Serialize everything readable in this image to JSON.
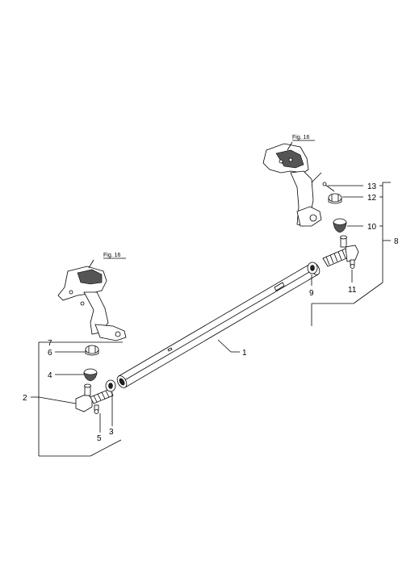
{
  "diagram": {
    "figure_refs": [
      {
        "id": "fig-ref-upper",
        "text": "Fig. 16"
      },
      {
        "id": "fig-ref-lower",
        "text": "Fig. 16"
      }
    ],
    "callouts": [
      {
        "id": "1",
        "text": "1"
      },
      {
        "id": "2",
        "text": "2"
      },
      {
        "id": "3",
        "text": "3"
      },
      {
        "id": "4",
        "text": "4"
      },
      {
        "id": "5",
        "text": "5"
      },
      {
        "id": "6",
        "text": "6"
      },
      {
        "id": "7",
        "text": "7"
      },
      {
        "id": "8",
        "text": "8"
      },
      {
        "id": "9",
        "text": "9"
      },
      {
        "id": "10",
        "text": "10"
      },
      {
        "id": "11",
        "text": "11"
      },
      {
        "id": "12",
        "text": "12"
      },
      {
        "id": "13",
        "text": "13"
      }
    ]
  }
}
